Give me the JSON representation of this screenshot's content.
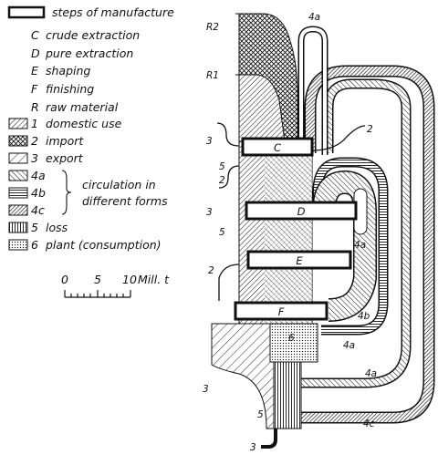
{
  "legend": {
    "steps_label": "steps of manufacture",
    "steps": [
      {
        "letter": "C",
        "label": "crude extraction"
      },
      {
        "letter": "D",
        "label": "pure extraction"
      },
      {
        "letter": "E",
        "label": "shaping"
      },
      {
        "letter": "F",
        "label": "finishing"
      },
      {
        "letter": "R",
        "label": "raw material"
      }
    ],
    "flows": [
      {
        "num": "1",
        "label": "domestic use",
        "pattern": "hatch-fine"
      },
      {
        "num": "2",
        "label": "import",
        "pattern": "cross"
      },
      {
        "num": "3",
        "label": "export",
        "pattern": "hatch-sparse"
      },
      {
        "num": "4a",
        "label": "",
        "pattern": "hatch-back"
      },
      {
        "num": "4b",
        "label": "",
        "pattern": "horiz"
      },
      {
        "num": "4c",
        "label": "",
        "pattern": "hatch-dense"
      },
      {
        "num": "5",
        "label": "loss",
        "pattern": "vert"
      },
      {
        "num": "6",
        "label": "plant (consumption)",
        "pattern": "dots"
      }
    ],
    "circulation_label": [
      "circulation in",
      "different forms"
    ]
  },
  "scale": {
    "ticks": [
      "0",
      "5",
      "10"
    ],
    "unit": "Mill. t"
  },
  "diagram": {
    "sources": [
      "R2",
      "R1"
    ],
    "stages": [
      "C",
      "D",
      "E",
      "F"
    ],
    "flow_labels": [
      "4a",
      "2",
      "3",
      "5",
      "2",
      "3",
      "5",
      "4a",
      "2",
      "4b",
      "4a",
      "4a",
      "6",
      "3",
      "5",
      "4c",
      "3"
    ]
  }
}
